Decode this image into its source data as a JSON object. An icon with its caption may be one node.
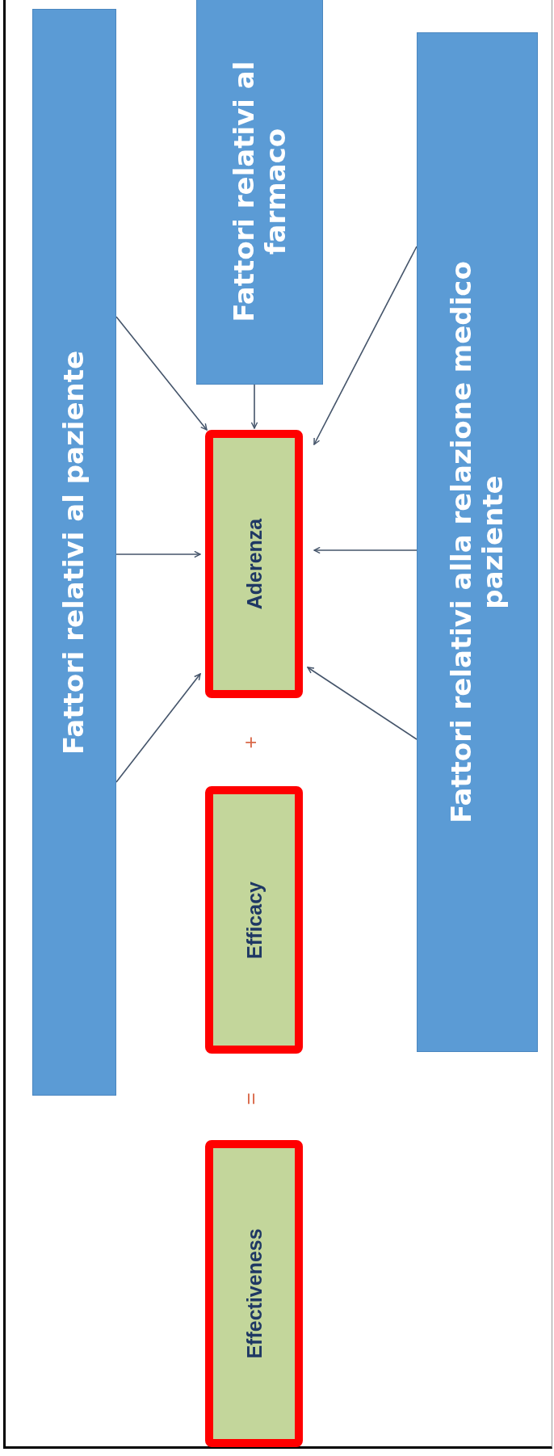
{
  "diagram": {
    "nodes": [
      {
        "text": [
          "Fattori relativi al paziente"
        ]
      },
      {
        "text": [
          "Fattori relativi al farmaco"
        ]
      },
      {
        "text": [
          "Fattori relativi alla relazione medico paziente"
        ]
      },
      {
        "text": [
          "Aderenza"
        ]
      },
      {
        "text": [
          "Efficacy"
        ]
      },
      {
        "text": [
          "Effectiveness"
        ]
      }
    ],
    "edges": [
      {
        "from": 0,
        "to": 3,
        "arrow": "to"
      },
      {
        "from": 0,
        "to": 3,
        "arrow": "to"
      },
      {
        "from": 0,
        "to": 3,
        "arrow": "to"
      },
      {
        "from": 1,
        "to": 3,
        "arrow": "to"
      },
      {
        "from": 2,
        "to": 3,
        "arrow": "to"
      },
      {
        "from": 2,
        "to": 3,
        "arrow": "to"
      },
      {
        "from": 2,
        "to": 3,
        "arrow": "to"
      }
    ],
    "labels": [
      "+",
      "="
    ]
  }
}
